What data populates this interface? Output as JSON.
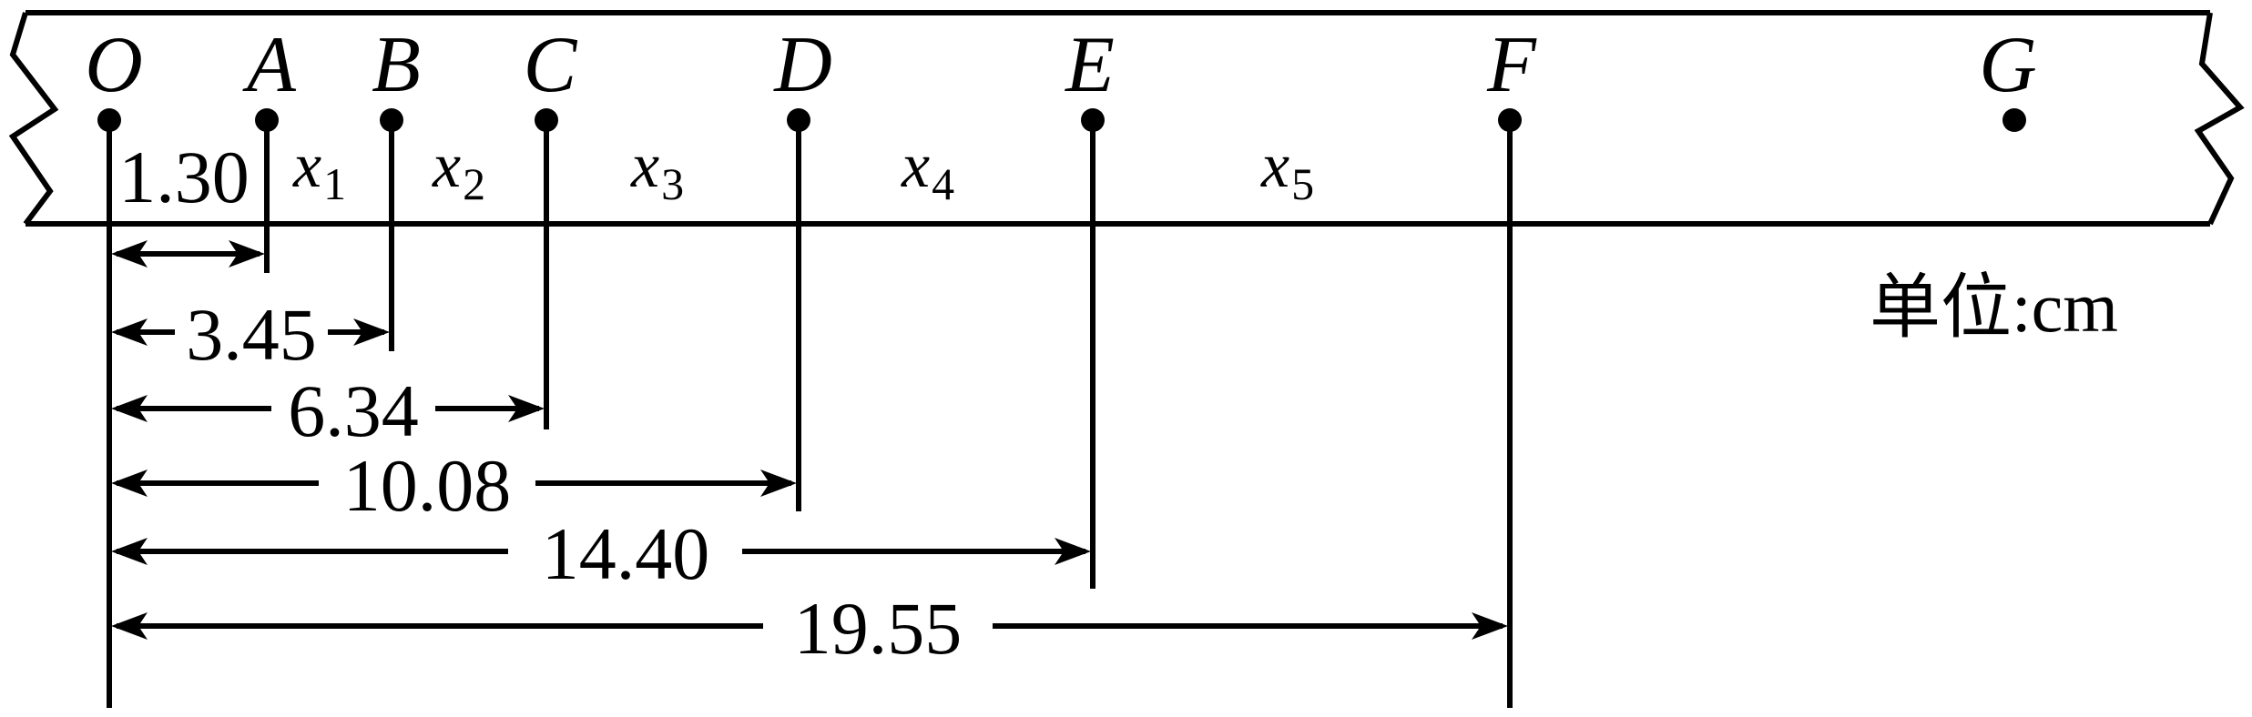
{
  "points": [
    {
      "label": "O",
      "pos": 0
    },
    {
      "label": "A",
      "pos": 1.3
    },
    {
      "label": "B",
      "pos": 3.45
    },
    {
      "label": "C",
      "pos": 6.34
    },
    {
      "label": "D",
      "pos": 10.08
    },
    {
      "label": "E",
      "pos": 14.4
    },
    {
      "label": "F",
      "pos": 19.55
    },
    {
      "label": "G"
    }
  ],
  "segments": [
    {
      "var": "x",
      "sub": "1"
    },
    {
      "var": "x",
      "sub": "2"
    },
    {
      "var": "x",
      "sub": "3"
    },
    {
      "var": "x",
      "sub": "4"
    },
    {
      "var": "x",
      "sub": "5"
    }
  ],
  "distances": [
    "1.30",
    "3.45",
    "6.34",
    "10.08",
    "14.40",
    "19.55"
  ],
  "unit_label": "单位:cm"
}
